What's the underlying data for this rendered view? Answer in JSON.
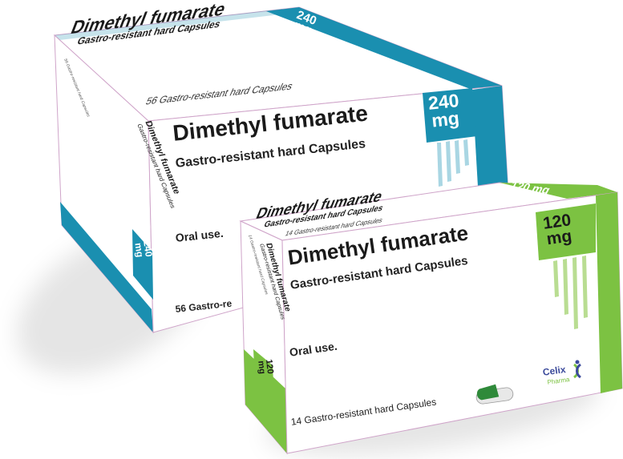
{
  "box_240": {
    "drug_name": "Dimethyl fumarate",
    "subtitle": "Gastro-resistant hard Capsules",
    "strength_value": "240",
    "strength_unit": "mg",
    "count_line": "56 Gastro-resistant hard Capsules",
    "count_line_front": "56 Gastro-re",
    "route": "Oral use.",
    "side_small": "56 Gastro-resistant hard Capsules",
    "accent_color": "#1a8fb0"
  },
  "box_120": {
    "drug_name": "Dimethyl fumarate",
    "subtitle": "Gastro-resistant hard Capsules",
    "strength_value": "120",
    "strength_unit": "mg",
    "count_line": "14 Gastro-resistant hard Capsules",
    "route": "Oral use.",
    "side_small": "14 Gastro-resistant hard Capsules",
    "accent_color": "#7cc242"
  },
  "brand": {
    "name": "Celix",
    "sub": "Pharma"
  },
  "icons": [
    "capsule-icon",
    "celix-logo-icon"
  ]
}
